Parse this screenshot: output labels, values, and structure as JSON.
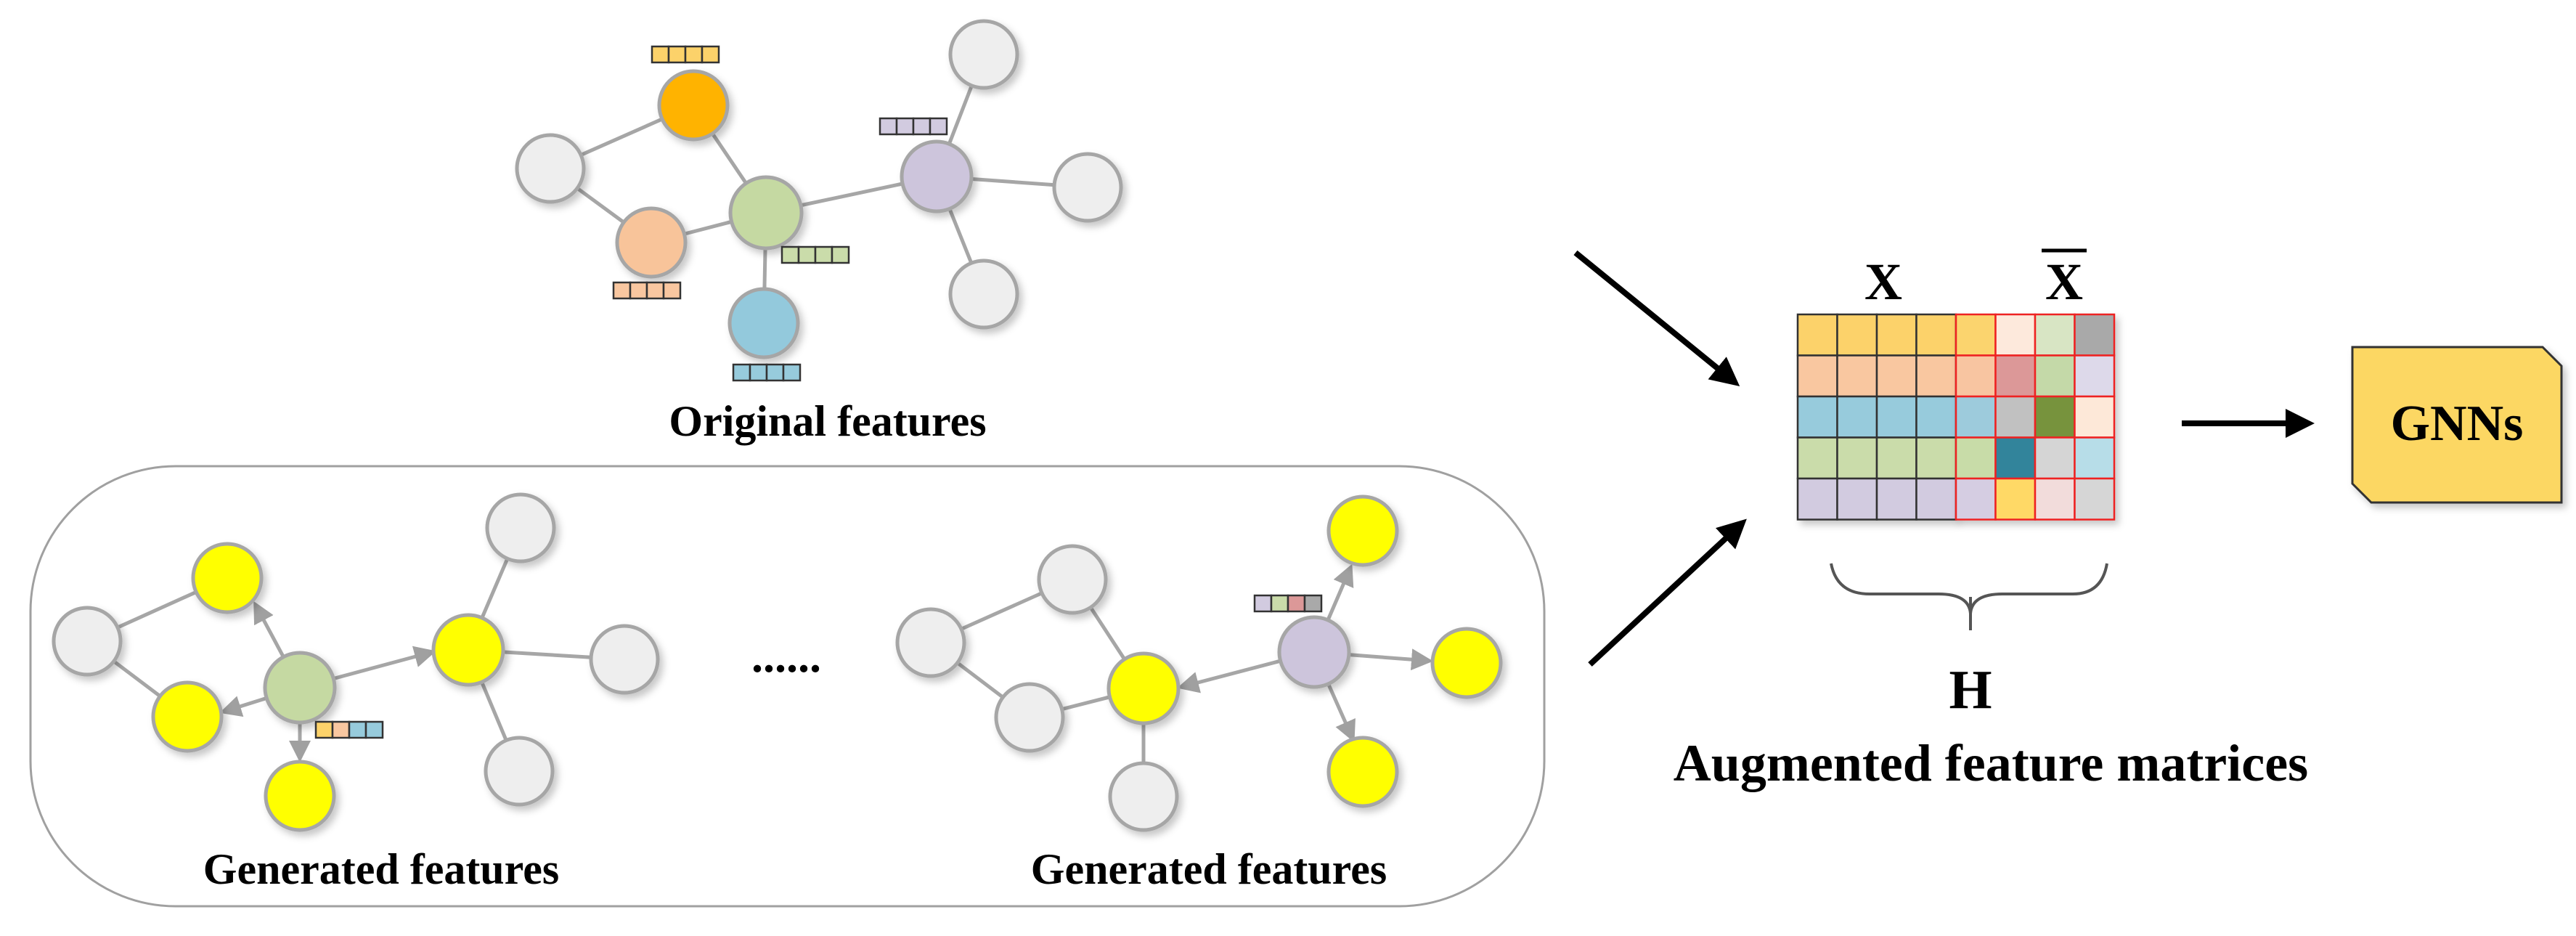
{
  "labels": {
    "original": "Original features",
    "generated_left": "Generated features",
    "generated_right": "Generated features",
    "ellipsis": "......",
    "x": "X",
    "x_bar": "X",
    "h": "H",
    "augmented": "Augmented feature matrices",
    "gnns": "GNNs"
  },
  "colors": {
    "orange": "#ffb300",
    "peach": "#f8c49a",
    "green": "#c5d9a2",
    "blue": "#93c9dc",
    "purple": "#cdc5dc",
    "yellow": "#ffff00",
    "gray_node": "#eeeeee",
    "gnn_box": "#fcd764"
  },
  "matrix": {
    "x_rows": [
      [
        "#fcd26a",
        "#fcd26a",
        "#fcd26a",
        "#fcd26a"
      ],
      [
        "#f9c7a0",
        "#f9c7a0",
        "#f9c7a0",
        "#f9c7a0"
      ],
      [
        "#97cbdc",
        "#97cbdc",
        "#97cbdc",
        "#97cbdc"
      ],
      [
        "#cadcaa",
        "#cadcaa",
        "#cadcaa",
        "#cadcaa"
      ],
      [
        "#d2cbe0",
        "#d2cbe0",
        "#d2cbe0",
        "#d2cbe0"
      ]
    ],
    "xbar_rows": [
      [
        "#fbd46e",
        "#fde9dc",
        "#d8e5c4",
        "#a9a9a9"
      ],
      [
        "#f8c5a1",
        "#dc9898",
        "#c4d9a8",
        "#ddd9ea"
      ],
      [
        "#9dcbdc",
        "#c1c1c1",
        "#77933c",
        "#fde8d8"
      ],
      [
        "#c8dca8",
        "#31849b",
        "#d5d5d5",
        "#b7dde8"
      ],
      [
        "#d5cde2",
        "#ffd966",
        "#f2dcdb",
        "#d6d6d6"
      ]
    ]
  }
}
